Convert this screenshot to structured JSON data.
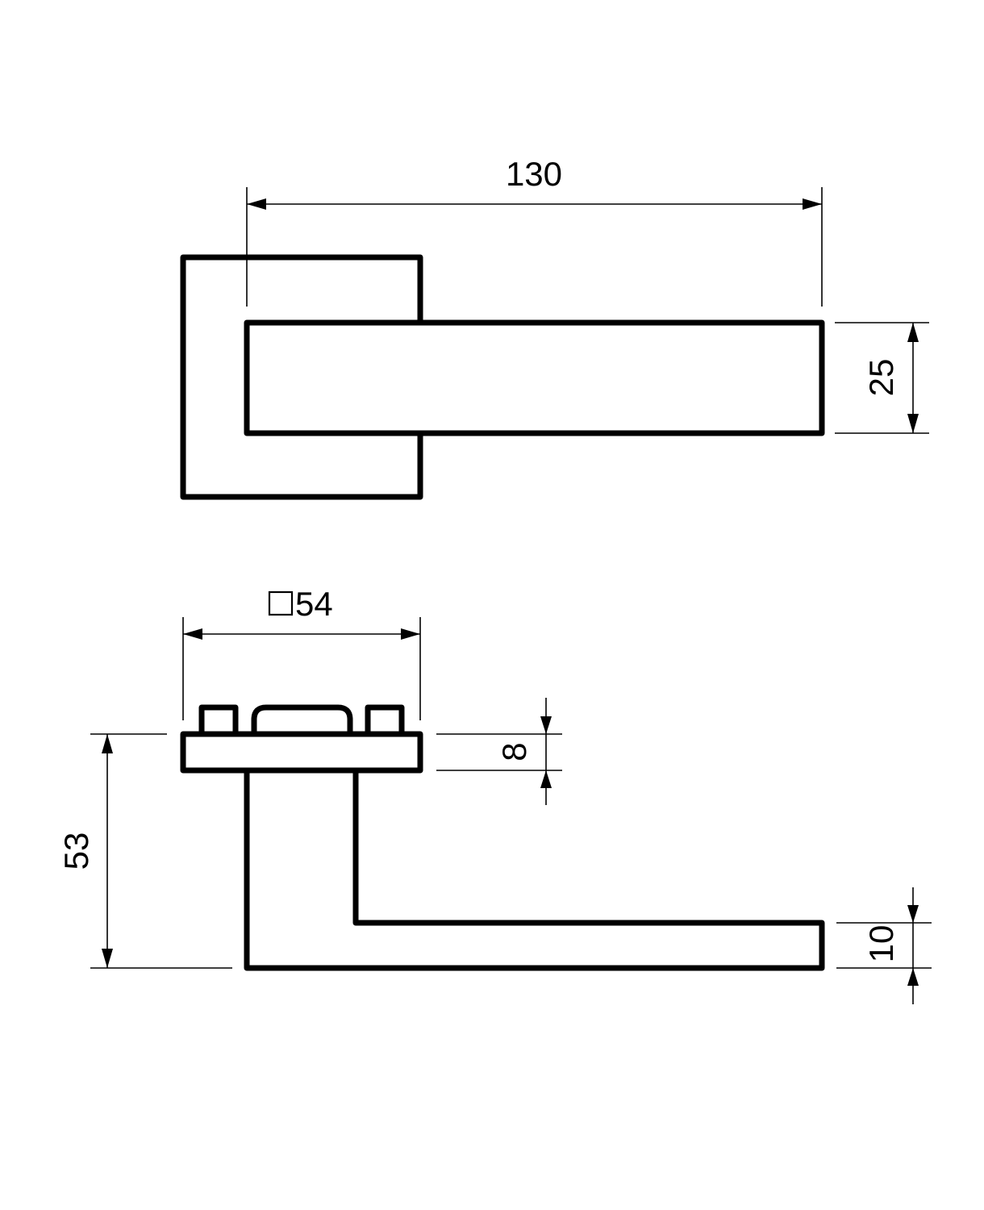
{
  "drawing": {
    "top_view": {
      "length_label": "130",
      "height_label": "25"
    },
    "side_view": {
      "rose_label": "54",
      "rose_symbol": "square",
      "rose_thickness_label": "8",
      "projection_label": "53",
      "handle_thickness_label": "10"
    }
  }
}
